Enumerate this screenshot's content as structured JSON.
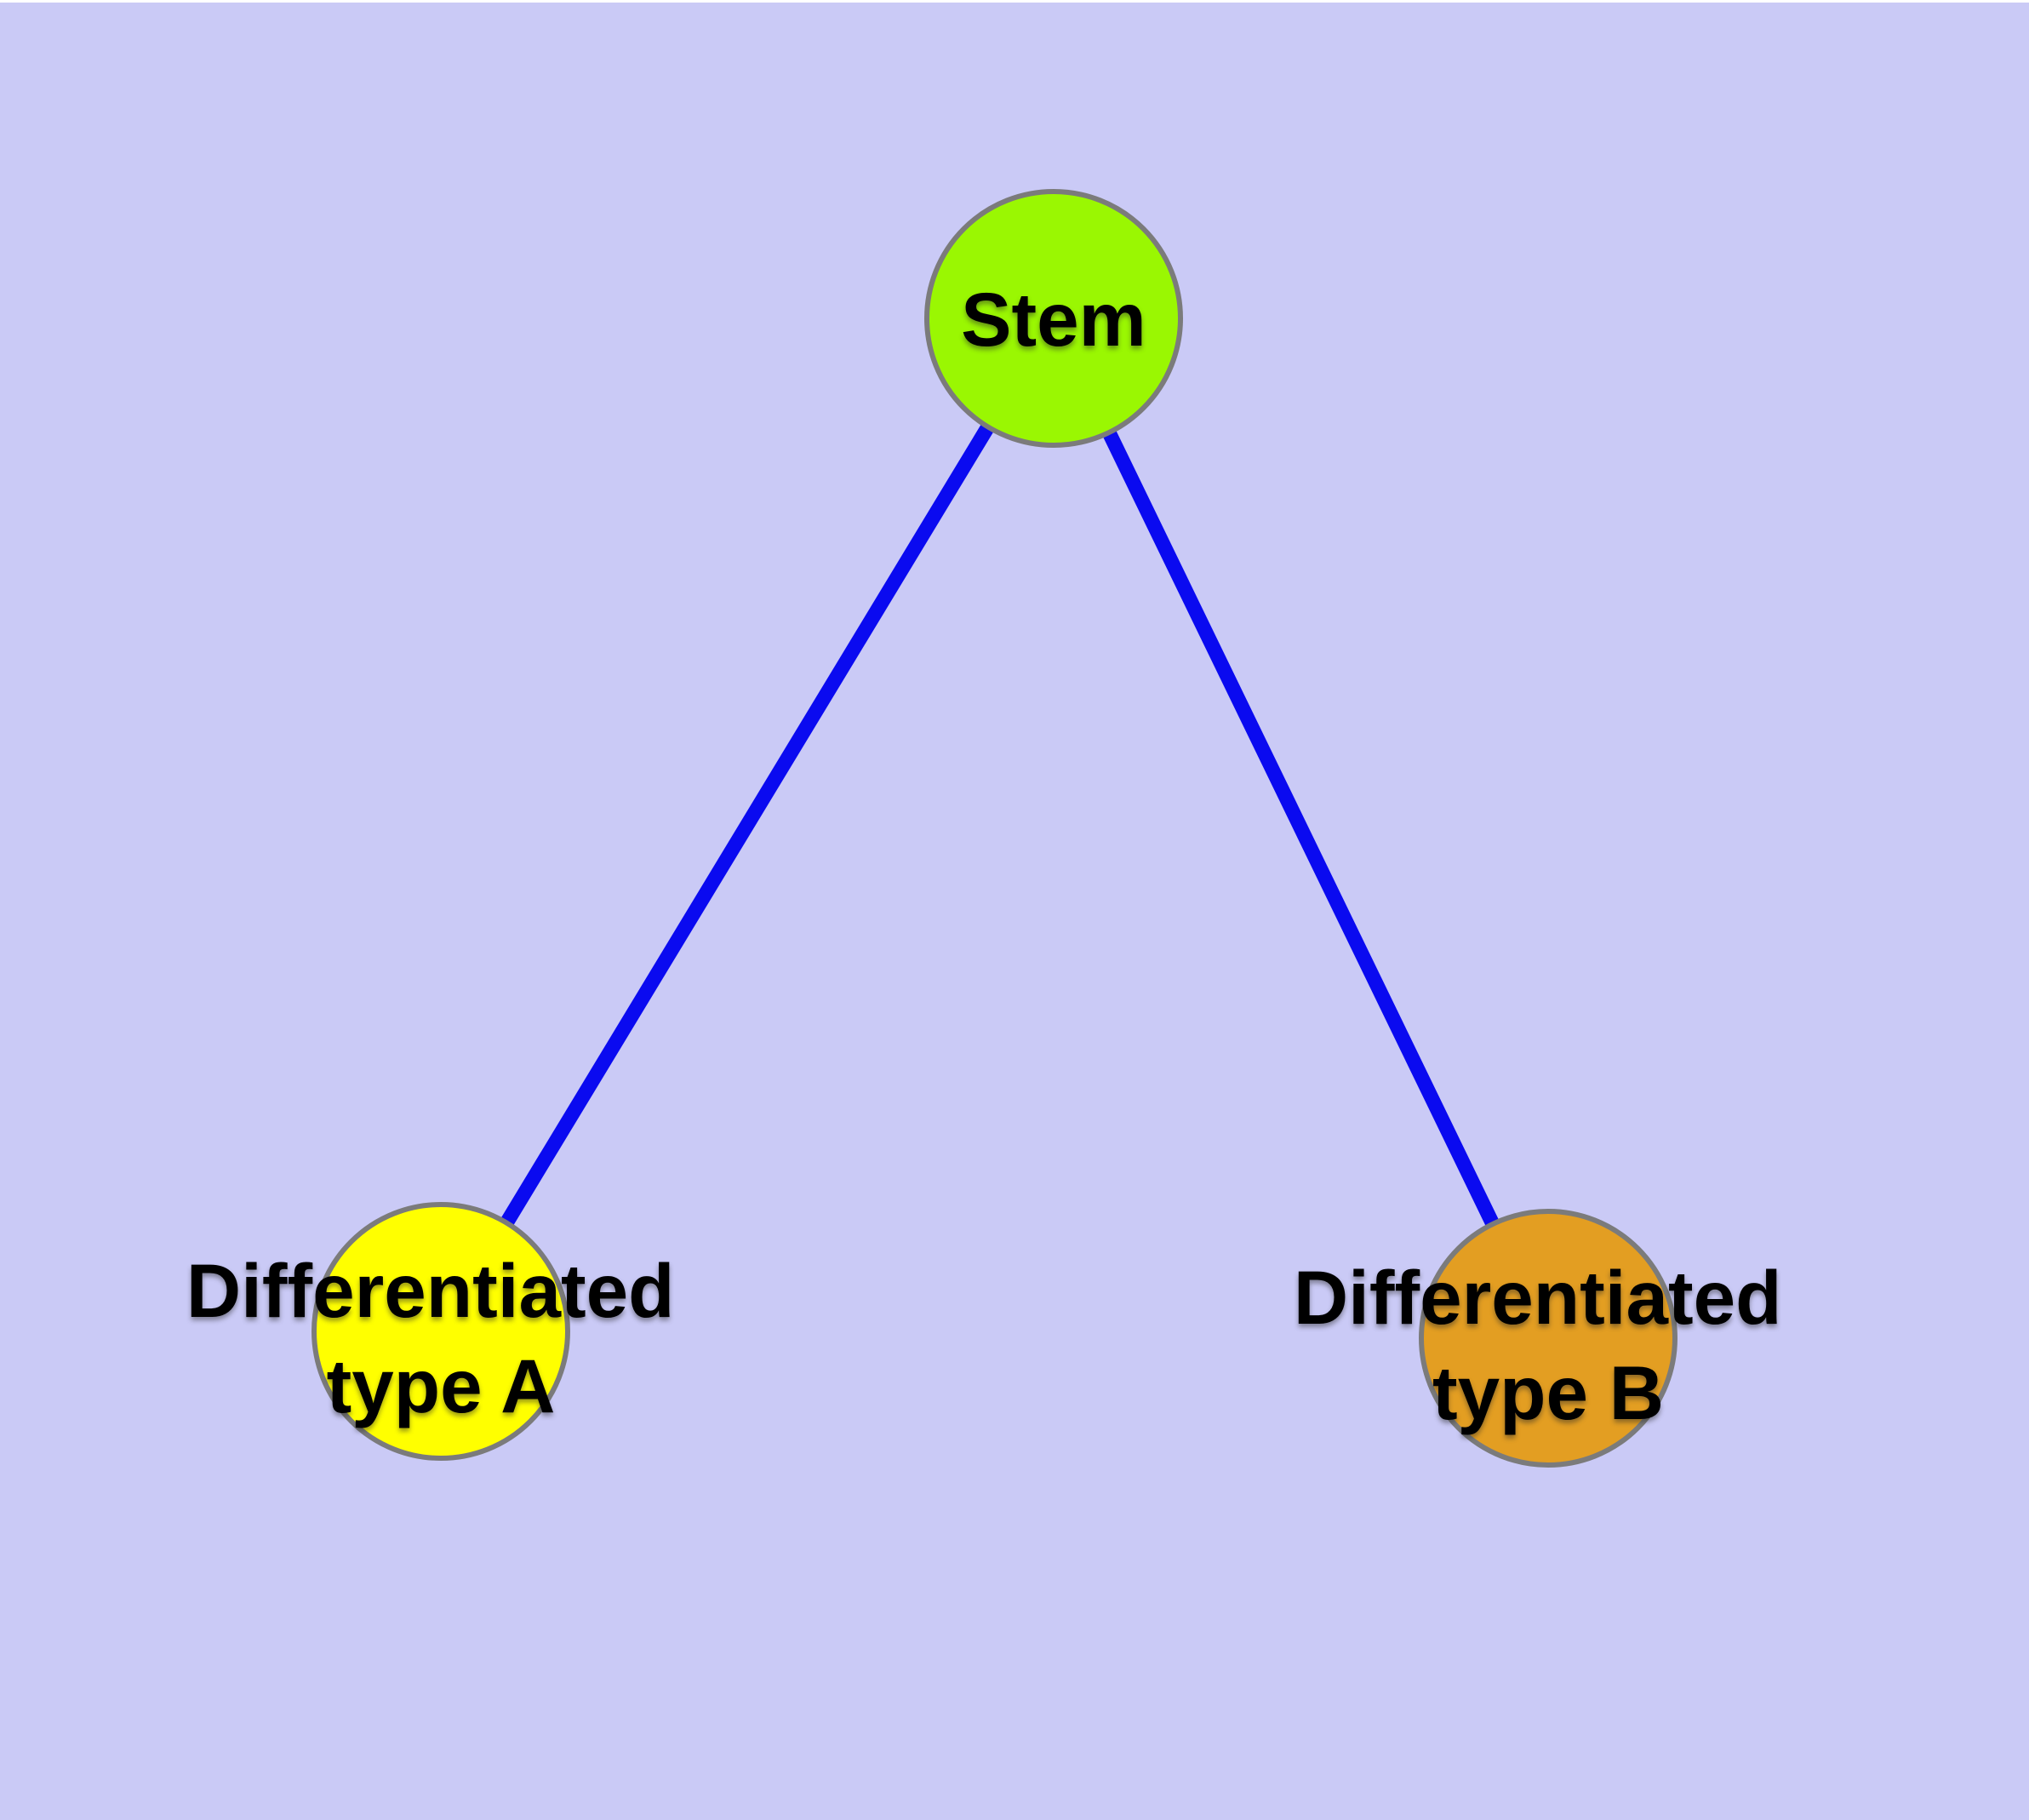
{
  "diagram": {
    "background_color": "#CACAF6",
    "top_margin_color": "#FFFFFF",
    "edge_color": "#0A0AF0",
    "node_border_color": "#7B7B7B",
    "label_color": "#000000",
    "nodes": [
      {
        "id": "stem",
        "label": "Stem",
        "label_lines": [
          "Stem"
        ],
        "color": "#9AF702"
      },
      {
        "id": "differentiated-type-a",
        "label": "Differentiated type A",
        "label_lines": [
          "Differentiated",
          "type A"
        ],
        "color": "#FFFF00"
      },
      {
        "id": "differentiated-type-b",
        "label": "Differentiated type B",
        "label_lines": [
          "Differentiated",
          "type B"
        ],
        "color": "#E39E22"
      }
    ],
    "edges": [
      {
        "from": "Stem",
        "to": "Differentiated type A"
      },
      {
        "from": "Stem",
        "to": "Differentiated type B"
      }
    ]
  }
}
